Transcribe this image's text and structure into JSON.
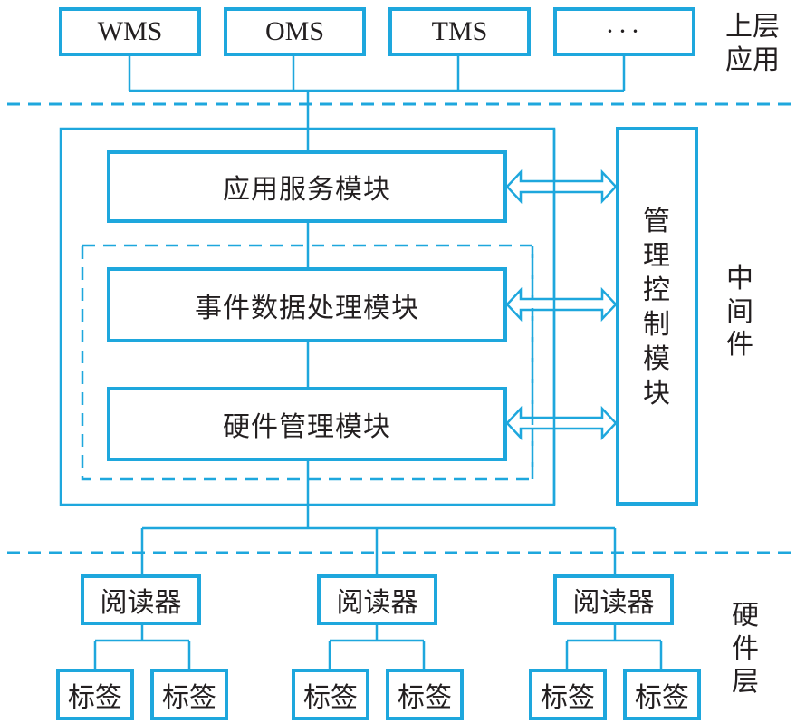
{
  "colors": {
    "line": "#1ea7dd",
    "text": "#231f20"
  },
  "layers": {
    "upper": "上层应用",
    "upper_lines": [
      "上层",
      "应用"
    ],
    "middleware": "中间件",
    "middleware_chars": [
      "中",
      "间",
      "件"
    ],
    "hardware": "硬件层",
    "hardware_chars": [
      "硬",
      "件",
      "层"
    ]
  },
  "applications": [
    {
      "label": "WMS"
    },
    {
      "label": "OMS"
    },
    {
      "label": "TMS"
    },
    {
      "label": "···"
    }
  ],
  "middleware_modules": {
    "app_service": "应用服务模块",
    "event_data": "事件数据处理模块",
    "hardware_mgmt": "硬件管理模块",
    "control": "管理控制模块",
    "control_chars": [
      "管",
      "理",
      "控",
      "制",
      "模",
      "块"
    ]
  },
  "hardware": {
    "readers": [
      {
        "label": "阅读器",
        "tags": [
          "标签",
          "标签"
        ]
      },
      {
        "label": "阅读器",
        "tags": [
          "标签",
          "标签"
        ]
      },
      {
        "label": "阅读器",
        "tags": [
          "标签",
          "标签"
        ]
      }
    ]
  }
}
